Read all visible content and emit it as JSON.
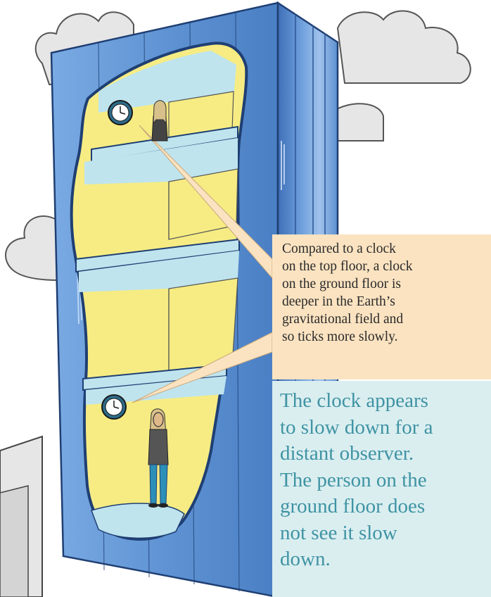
{
  "callout": {
    "lines": [
      "Compared to a clock",
      "on the top floor, a clock",
      "on the ground floor is",
      "deeper in the Earth’s",
      "gravitational field and",
      "so ticks more slowly."
    ]
  },
  "note": {
    "lines": [
      "The clock appears",
      "to slow down for a",
      "distant observer.",
      "The person on the",
      "ground floor does",
      "not see it slow",
      "down."
    ]
  },
  "colors": {
    "building_blue": "#5f93d3",
    "building_light": "#a9c9ee",
    "room_yellow": "#f6ec83",
    "room_wall_blue": "#bfe4ee",
    "cloud": "#e6e6e6",
    "callout_bg": "#fbe3c1",
    "note_bg": "#daeef0",
    "note_text": "#3f93a3"
  },
  "icons": [
    "cloud-icon",
    "clock-icon",
    "person-icon"
  ]
}
